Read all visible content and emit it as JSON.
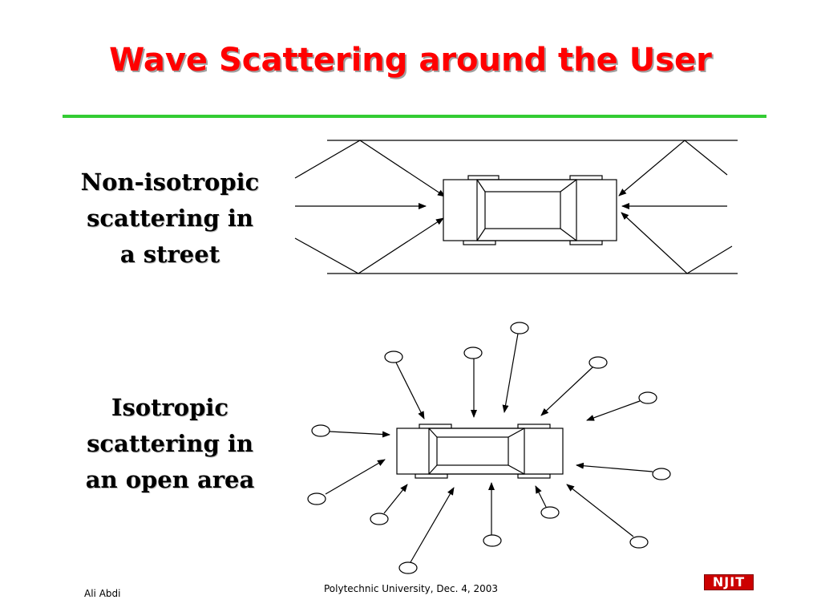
{
  "slide": {
    "title": "Wave Scattering around the User",
    "caption_street": [
      "Non-isotropic",
      "scattering in",
      "a street"
    ],
    "caption_open": [
      "Isotropic",
      "scattering in",
      "an open area"
    ]
  },
  "footer": {
    "author": "Ali Abdi",
    "venue": "Polytechnic University, Dec. 4, 2003",
    "logo": "NJIT"
  },
  "colors": {
    "title": "#ff0000",
    "rule": "#33cc33",
    "logo": "#cc0000"
  }
}
